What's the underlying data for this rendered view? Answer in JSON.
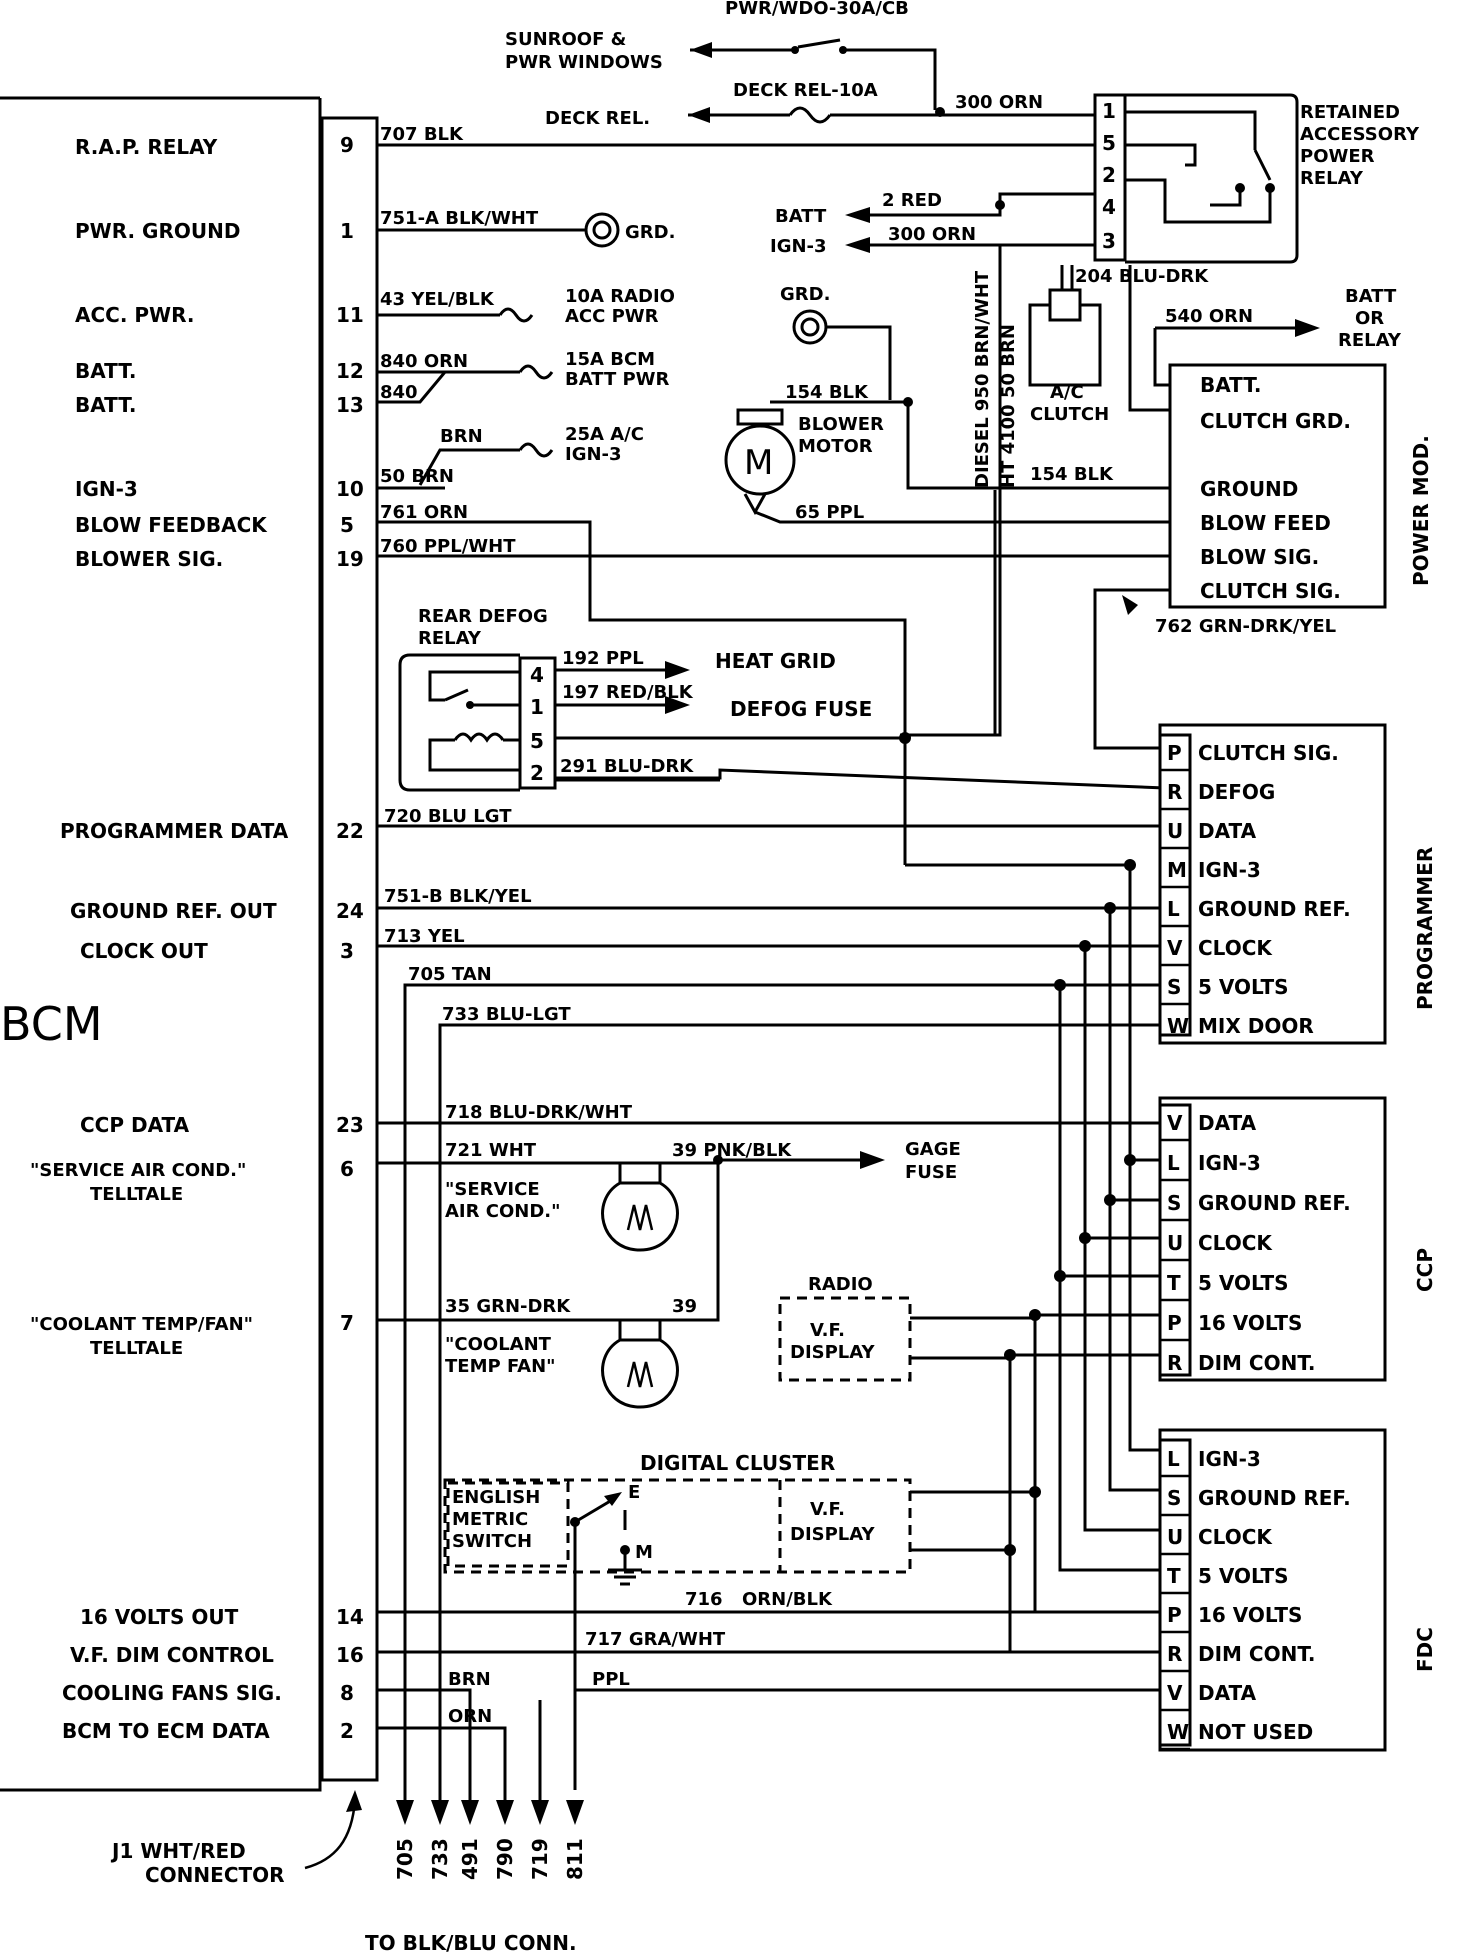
{
  "top": {
    "pwr_wdo": "PWR/WDO-30A/CB",
    "sunroof1": "SUNROOF &",
    "sunroof2": "PWR WINDOWS",
    "deck_rel_fuse": "DECK REL-10A",
    "deck_rel": "DECK REL.",
    "w300_top": "300 ORN",
    "batt": "BATT",
    "w2_red": "2 RED",
    "ign3": "IGN-3",
    "w300": "300 ORN",
    "w204": "204 BLU-DRK",
    "rap_title": [
      "RETAINED",
      "ACCESSORY",
      "POWER",
      "RELAY"
    ],
    "rap_pins": [
      "1",
      "5",
      "2",
      "4",
      "3"
    ]
  },
  "bcm": {
    "title": "BCM",
    "pins": [
      {
        "label": "R.A.P. RELAY",
        "num": "9",
        "wire": "707 BLK"
      },
      {
        "label": "PWR. GROUND",
        "num": "1",
        "wire": "751-A BLK/WHT"
      },
      {
        "label": "ACC. PWR.",
        "num": "11",
        "wire": "43 YEL/BLK"
      },
      {
        "label": "BATT.",
        "num": "12",
        "wire": "840 ORN"
      },
      {
        "label": "BATT.",
        "num": "13",
        "wire": "840"
      },
      {
        "label": "IGN-3",
        "num": "10",
        "wire": "50 BRN"
      },
      {
        "label": "BLOW FEEDBACK",
        "num": "5",
        "wire": "761 ORN"
      },
      {
        "label": "BLOWER SIG.",
        "num": "19",
        "wire": "760 PPL/WHT"
      },
      {
        "label": "PROGRAMMER DATA",
        "num": "22",
        "wire": "720 BLU LGT"
      },
      {
        "label": "GROUND REF. OUT",
        "num": "24",
        "wire": "751-B BLK/YEL"
      },
      {
        "label": "CLOCK OUT",
        "num": "3",
        "wire": "713 YEL"
      },
      {
        "label": "",
        "num": "",
        "wire": "705 TAN"
      },
      {
        "label": "",
        "num": "",
        "wire": "733 BLU-LGT"
      },
      {
        "label": "CCP DATA",
        "num": "23",
        "wire": "718 BLU-DRK/WHT"
      },
      {
        "label": "\"SERVICE AIR COND.\"",
        "num": "6",
        "wire": "721 WHT"
      },
      {
        "label": "TELLTALE",
        "num": "",
        "wire": ""
      },
      {
        "label": "\"COOLANT TEMP/FAN\"",
        "num": "7",
        "wire": "35 GRN-DRK"
      },
      {
        "label": "TELLTALE",
        "num": "",
        "wire": ""
      },
      {
        "label": "16 VOLTS OUT",
        "num": "14",
        "wire": ""
      },
      {
        "label": "V.F. DIM CONTROL",
        "num": "16",
        "wire": "717 GRA/WHT"
      },
      {
        "label": "COOLING FANS SIG.",
        "num": "8",
        "wire": "BRN"
      },
      {
        "label": "BCM TO ECM DATA",
        "num": "2",
        "wire": "ORN"
      }
    ],
    "connector": [
      "J1 WHT/RED",
      "CONNECTOR"
    ]
  },
  "fuses": {
    "grd": "GRD.",
    "radio_fuse": [
      "10A RADIO",
      "ACC PWR"
    ],
    "bcm_fuse": [
      "15A BCM",
      "BATT PWR"
    ],
    "ac_fuse": [
      "25A A/C",
      "IGN-3"
    ],
    "brn": "BRN"
  },
  "blower": {
    "grd": "GRD.",
    "w154": "154 BLK",
    "label": [
      "BLOWER",
      "MOTOR"
    ],
    "m": "M",
    "w65": "65 PPL",
    "w154b": "154 BLK",
    "diesel": "DIESEL 950 BRN/WHT",
    "ht": "HT 4100 50 BRN"
  },
  "clutch": {
    "label": [
      "A/C",
      "CLUTCH"
    ]
  },
  "power_mod": {
    "title": "POWER MOD.",
    "w540": "540 ORN",
    "batt_or_relay": [
      "BATT",
      "OR",
      "RELAY"
    ],
    "pins": [
      "BATT.",
      "CLUTCH GRD.",
      "GROUND",
      "BLOW FEED",
      "BLOW SIG.",
      "CLUTCH SIG."
    ],
    "w762": "762 GRN-DRK/YEL"
  },
  "defog": {
    "title": [
      "REAR DEFOG",
      "RELAY"
    ],
    "pins": [
      "4",
      "1",
      "5",
      "2"
    ],
    "w192": "192 PPL",
    "w197": "197 RED/BLK",
    "w291": "291 BLU-DRK",
    "heat": "HEAT GRID",
    "fuse": "DEFOG FUSE"
  },
  "programmer": {
    "title": "PROGRAMMER",
    "pins": [
      {
        "l": "P",
        "t": "CLUTCH SIG."
      },
      {
        "l": "R",
        "t": "DEFOG"
      },
      {
        "l": "U",
        "t": "DATA"
      },
      {
        "l": "M",
        "t": "IGN-3"
      },
      {
        "l": "L",
        "t": "GROUND REF."
      },
      {
        "l": "V",
        "t": "CLOCK"
      },
      {
        "l": "S",
        "t": "5 VOLTS"
      },
      {
        "l": "W",
        "t": "MIX DOOR"
      }
    ]
  },
  "ccp": {
    "title": "CCP",
    "pins": [
      {
        "l": "V",
        "t": "DATA"
      },
      {
        "l": "L",
        "t": "IGN-3"
      },
      {
        "l": "S",
        "t": "GROUND REF."
      },
      {
        "l": "U",
        "t": "CLOCK"
      },
      {
        "l": "T",
        "t": "5 VOLTS"
      },
      {
        "l": "P",
        "t": "16 VOLTS"
      },
      {
        "l": "R",
        "t": "DIM CONT."
      }
    ]
  },
  "fdc": {
    "title": "FDC",
    "pins": [
      {
        "l": "L",
        "t": "IGN-3"
      },
      {
        "l": "S",
        "t": "GROUND REF."
      },
      {
        "l": "U",
        "t": "CLOCK"
      },
      {
        "l": "T",
        "t": "5 VOLTS"
      },
      {
        "l": "P",
        "t": "16 VOLTS"
      },
      {
        "l": "R",
        "t": "DIM CONT."
      },
      {
        "l": "V",
        "t": "DATA"
      },
      {
        "l": "W",
        "t": "NOT USED"
      }
    ]
  },
  "middle": {
    "w39a": "39 PNK/BLK",
    "gage": [
      "GAGE",
      "FUSE"
    ],
    "svc_bulb": [
      "\"SERVICE",
      "AIR COND.\""
    ],
    "w39b": "39",
    "cool_bulb": [
      "\"COOLANT",
      "TEMP FAN\""
    ],
    "radio": "RADIO",
    "vf": [
      "V.F.",
      "DISPLAY"
    ],
    "digital": "DIGITAL CLUSTER",
    "switch": [
      "ENGLISH",
      "METRIC",
      "SWITCH"
    ],
    "e": "E",
    "m": "M",
    "w716": "716",
    "w716c": "ORN/BLK",
    "ppl": "PPL"
  },
  "bottom": {
    "wires": [
      "705",
      "733",
      "491",
      "790",
      "719",
      "811"
    ],
    "dest": "TO BLK/BLU CONN."
  }
}
